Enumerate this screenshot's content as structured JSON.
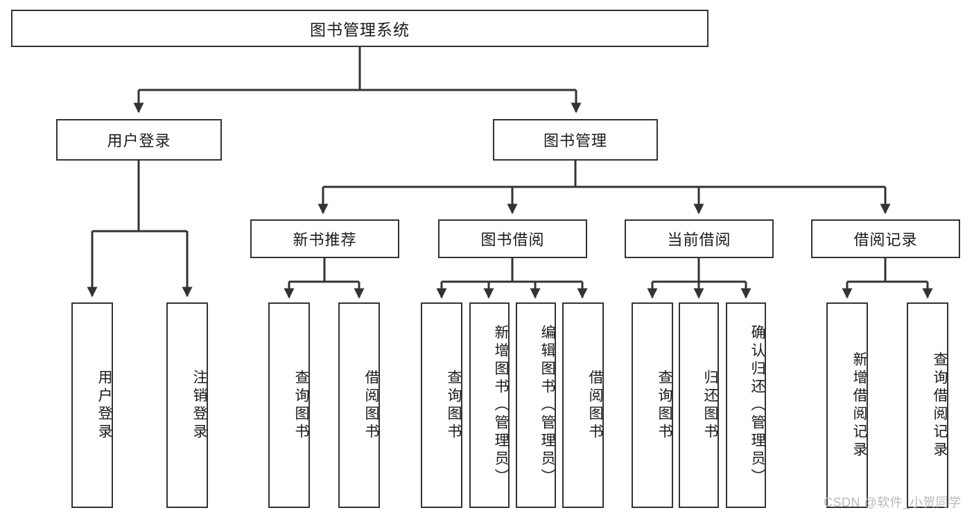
{
  "diagram": {
    "title": "图书管理系统",
    "type": "hierarchy-tree",
    "root": {
      "label": "图书管理系统"
    },
    "level1": [
      {
        "label": "用户登录"
      },
      {
        "label": "图书管理"
      }
    ],
    "level2": [
      {
        "label": "新书推荐"
      },
      {
        "label": "图书借阅"
      },
      {
        "label": "当前借阅"
      },
      {
        "label": "借阅记录"
      }
    ],
    "leaves": {
      "user_login": [
        {
          "label": "用户登录"
        },
        {
          "label": "注销登录"
        }
      ],
      "new_book_recommend": [
        {
          "label": "查询图书"
        },
        {
          "label": "借阅图书"
        }
      ],
      "book_borrow": [
        {
          "label": "查询图书"
        },
        {
          "label": "新增图书（管理员）"
        },
        {
          "label": "编辑图书（管理员）"
        },
        {
          "label": "借阅图书"
        }
      ],
      "current_borrow": [
        {
          "label": "查询图书"
        },
        {
          "label": "归还图书"
        },
        {
          "label": "确认归还（管理员）"
        }
      ],
      "borrow_record": [
        {
          "label": "新增借阅记录"
        },
        {
          "label": "查询借阅记录"
        }
      ]
    }
  },
  "watermark": {
    "text": "CSDN @软件_小贺同学"
  },
  "colors": {
    "stroke": "#333333",
    "background": "#ffffff",
    "text": "#1a1a1a",
    "watermark": "#b9b9b9"
  }
}
